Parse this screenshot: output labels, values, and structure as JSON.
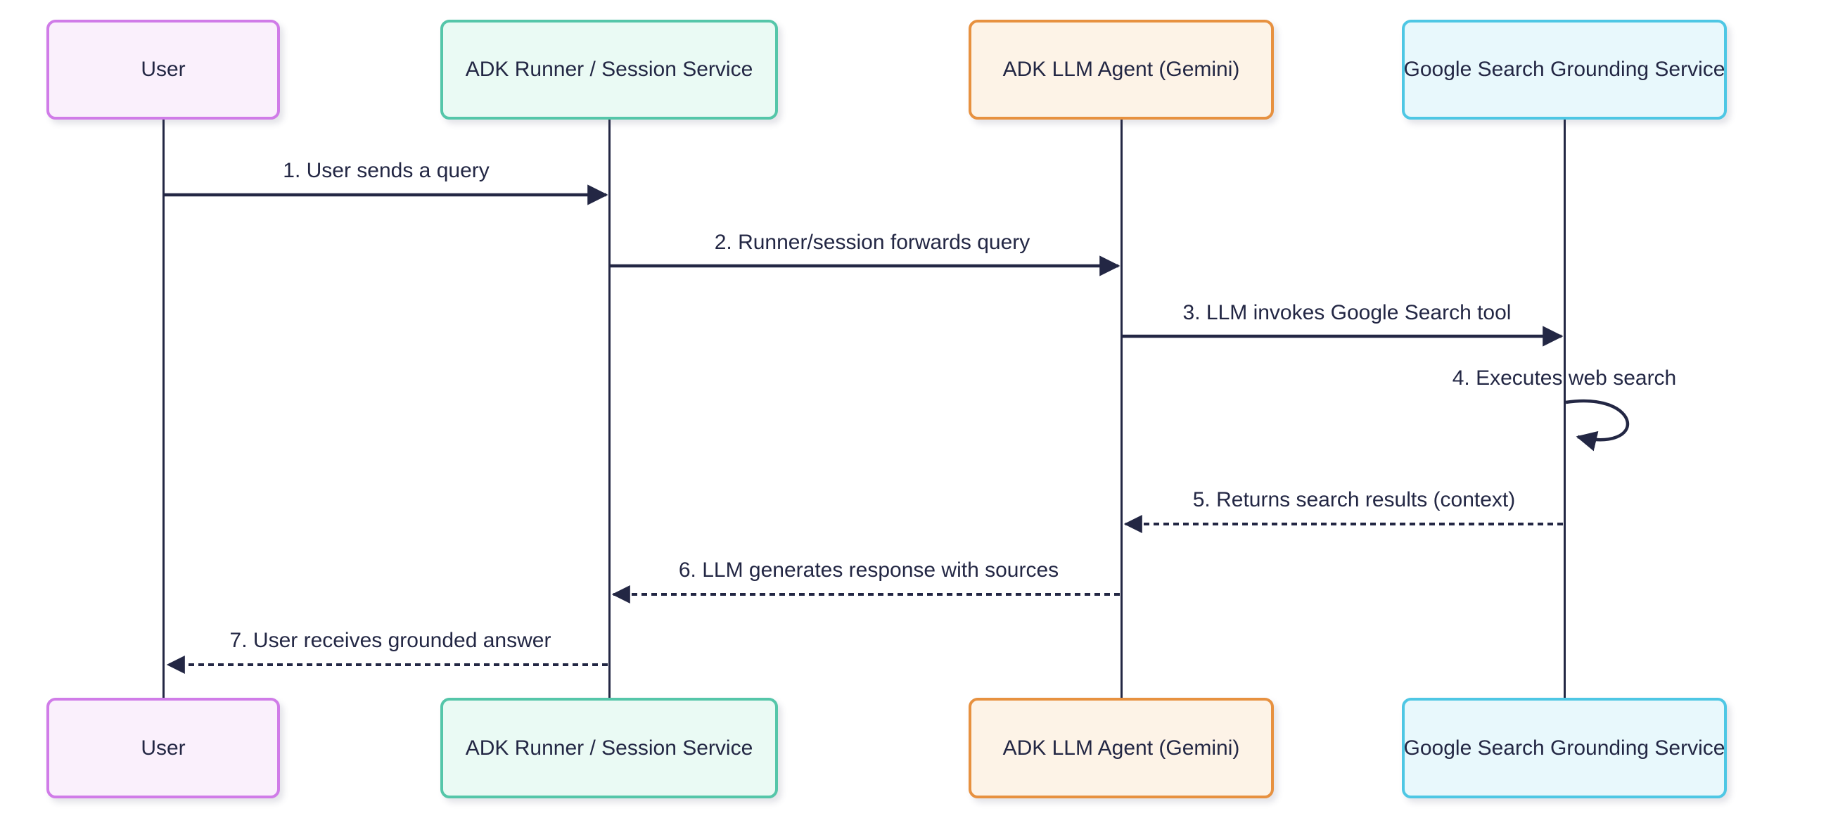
{
  "diagram": {
    "kind": "sequence-diagram",
    "background": "#ffffff",
    "line_color": "#232744",
    "text_color": "#232744"
  },
  "actors": [
    {
      "name": "User",
      "fill": "#faf0fc",
      "border": "#d07ce8"
    },
    {
      "name": "ADK Runner / Session Service",
      "fill": "#eafaf4",
      "border": "#55c6a9"
    },
    {
      "name": "ADK LLM Agent (Gemini)",
      "fill": "#fdf3e7",
      "border": "#e79140"
    },
    {
      "name": "Google Search Grounding Service",
      "fill": "#e8f8fc",
      "border": "#4ec7e4"
    }
  ],
  "messages": [
    {
      "label": "1. User sends a query",
      "from": "User",
      "to": "ADK Runner / Session Service",
      "style": "solid"
    },
    {
      "label": "2. Runner/session forwards query",
      "from": "ADK Runner / Session Service",
      "to": "ADK LLM Agent (Gemini)",
      "style": "solid"
    },
    {
      "label": "3. LLM invokes Google Search tool",
      "from": "ADK LLM Agent (Gemini)",
      "to": "Google Search Grounding Service",
      "style": "solid"
    },
    {
      "label": "4. Executes web search",
      "from": "Google Search Grounding Service",
      "to": "Google Search Grounding Service",
      "style": "solid-self"
    },
    {
      "label": "5. Returns search results (context)",
      "from": "Google Search Grounding Service",
      "to": "ADK LLM Agent (Gemini)",
      "style": "dotted"
    },
    {
      "label": "6. LLM generates response with sources",
      "from": "ADK LLM Agent (Gemini)",
      "to": "ADK Runner / Session Service",
      "style": "dotted"
    },
    {
      "label": "7. User receives grounded answer",
      "from": "ADK Runner / Session Service",
      "to": "User",
      "style": "dotted"
    }
  ]
}
